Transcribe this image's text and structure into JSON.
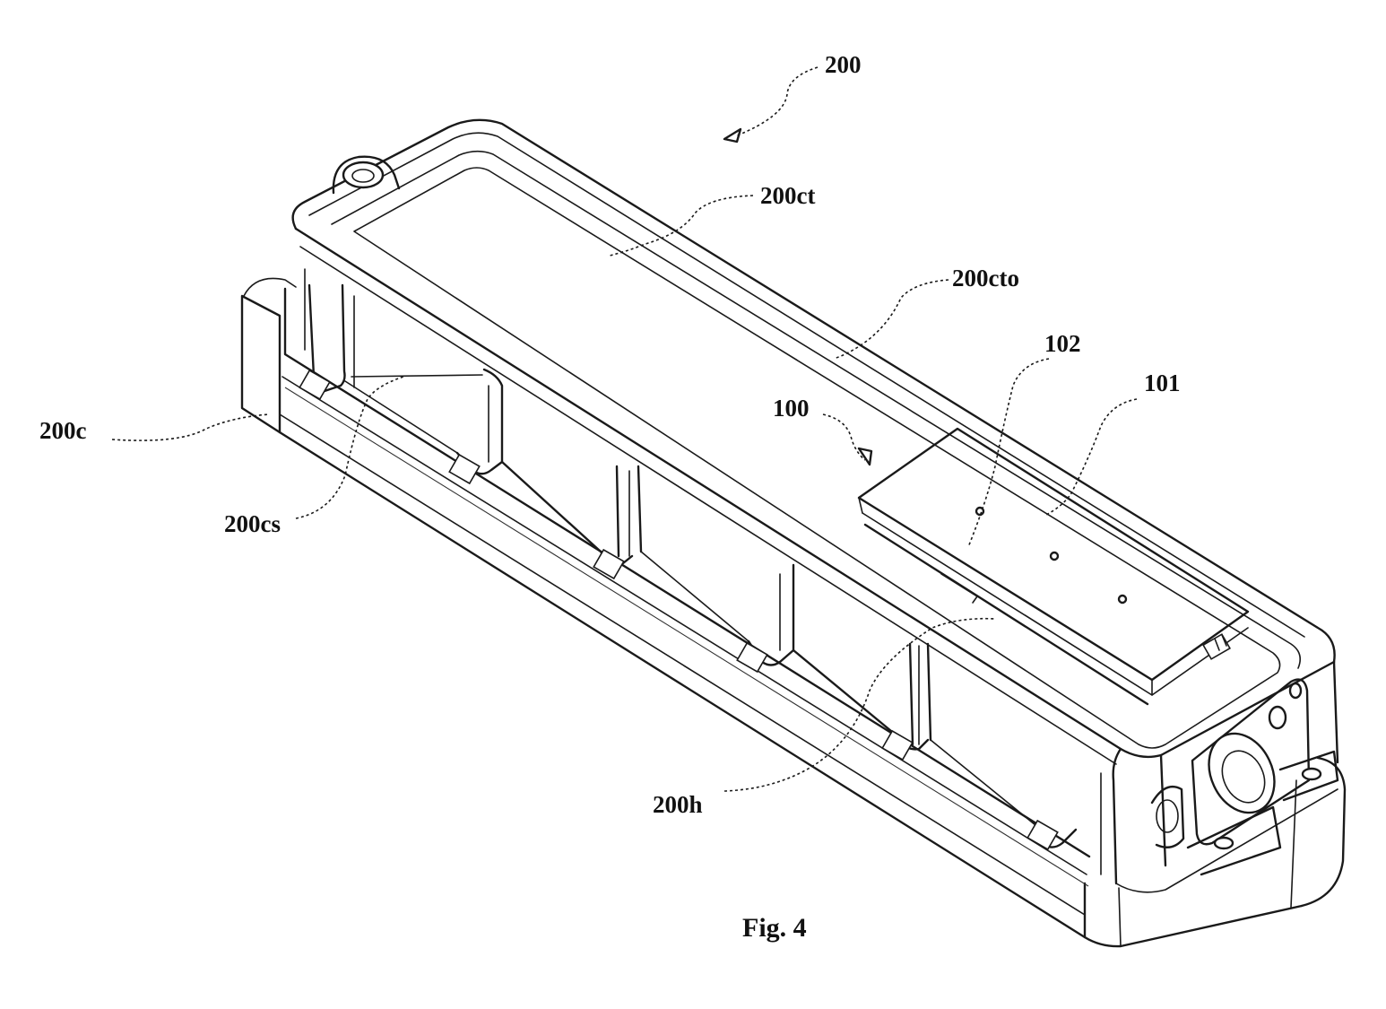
{
  "figure": {
    "caption": "Fig. 4",
    "labels": {
      "l200": "200",
      "l200ct": "200ct",
      "l200cto": "200cto",
      "l102": "102",
      "l101": "101",
      "l100": "100",
      "l200c": "200c",
      "l200cs": "200cs",
      "l200h": "200h"
    }
  }
}
